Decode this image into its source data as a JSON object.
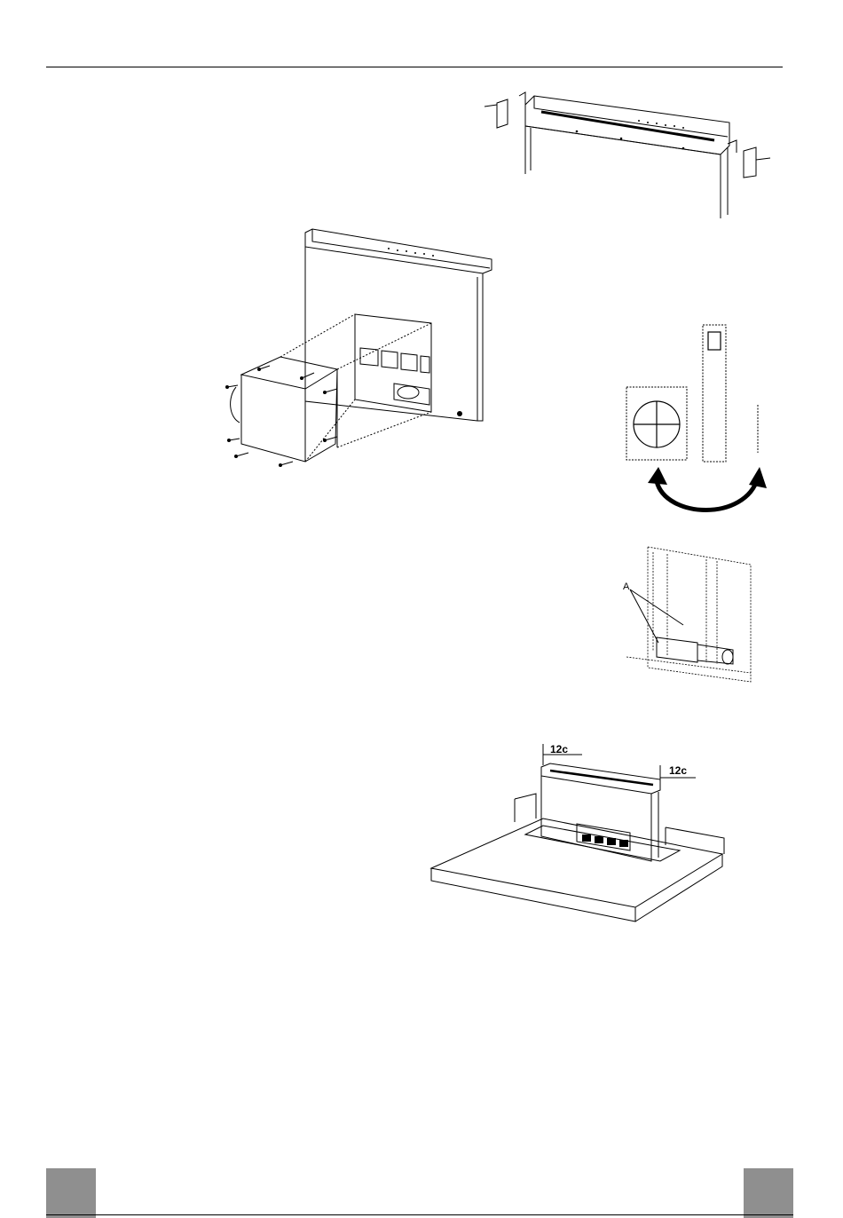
{
  "page": {
    "footer_tabs": [
      "",
      ""
    ]
  },
  "figure_top": {
    "icon": "hood-mounting-brackets-illustration"
  },
  "figure_motor": {
    "icon": "motor-box-screw-assembly-illustration"
  },
  "figure_rotate": {
    "icon": "rotate-flange-arrow-illustration"
  },
  "figure_detail": {
    "label": "A",
    "icon": "fixing-detail-illustration"
  },
  "figure_worktop": {
    "label_left": "12c",
    "label_right": "12c",
    "icon": "worktop-installation-illustration"
  }
}
